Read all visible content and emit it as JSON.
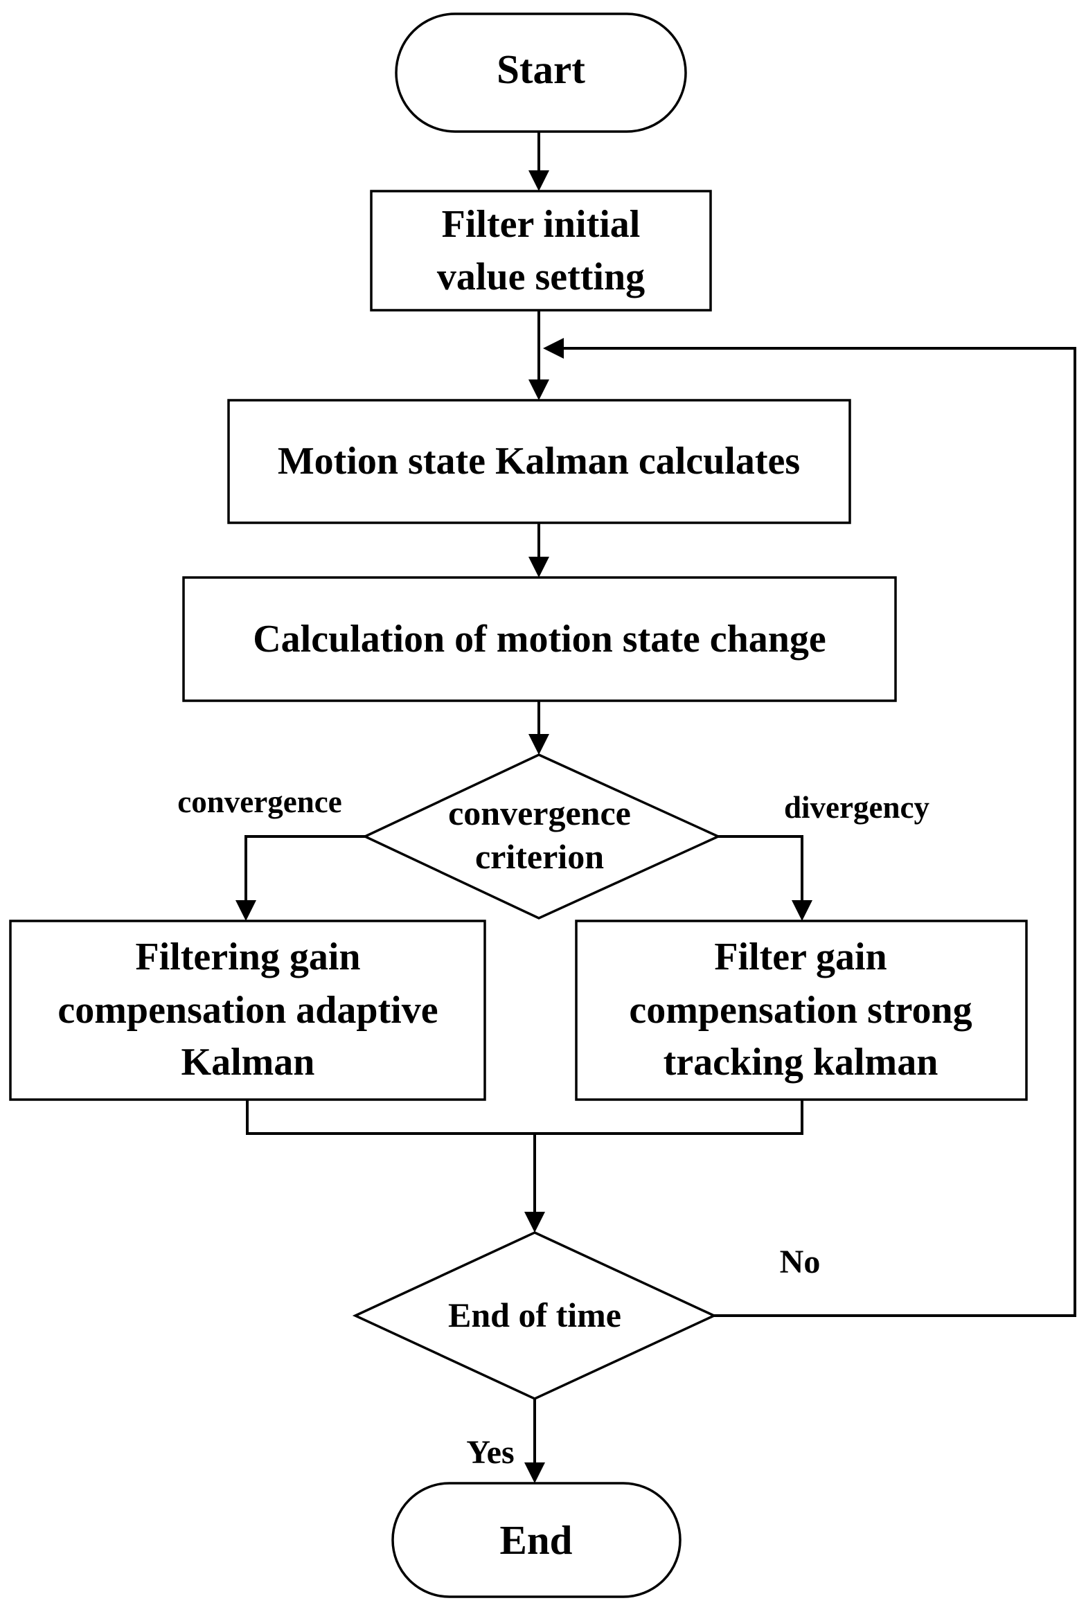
{
  "nodes": {
    "start": "Start",
    "init": [
      "Filter initial",
      "value setting"
    ],
    "kalman": "Motion state Kalman calculates",
    "change": "Calculation of motion state change",
    "criterion": [
      "convergence",
      "criterion"
    ],
    "adaptive": [
      "Filtering gain",
      "compensation adaptive",
      "Kalman"
    ],
    "strong": [
      "Filter gain",
      "compensation strong",
      "tracking kalman"
    ],
    "end_time": "End of time",
    "end": "End"
  },
  "labels": {
    "convergence": "convergence",
    "divergency": "divergency",
    "no": "No",
    "yes": "Yes"
  }
}
